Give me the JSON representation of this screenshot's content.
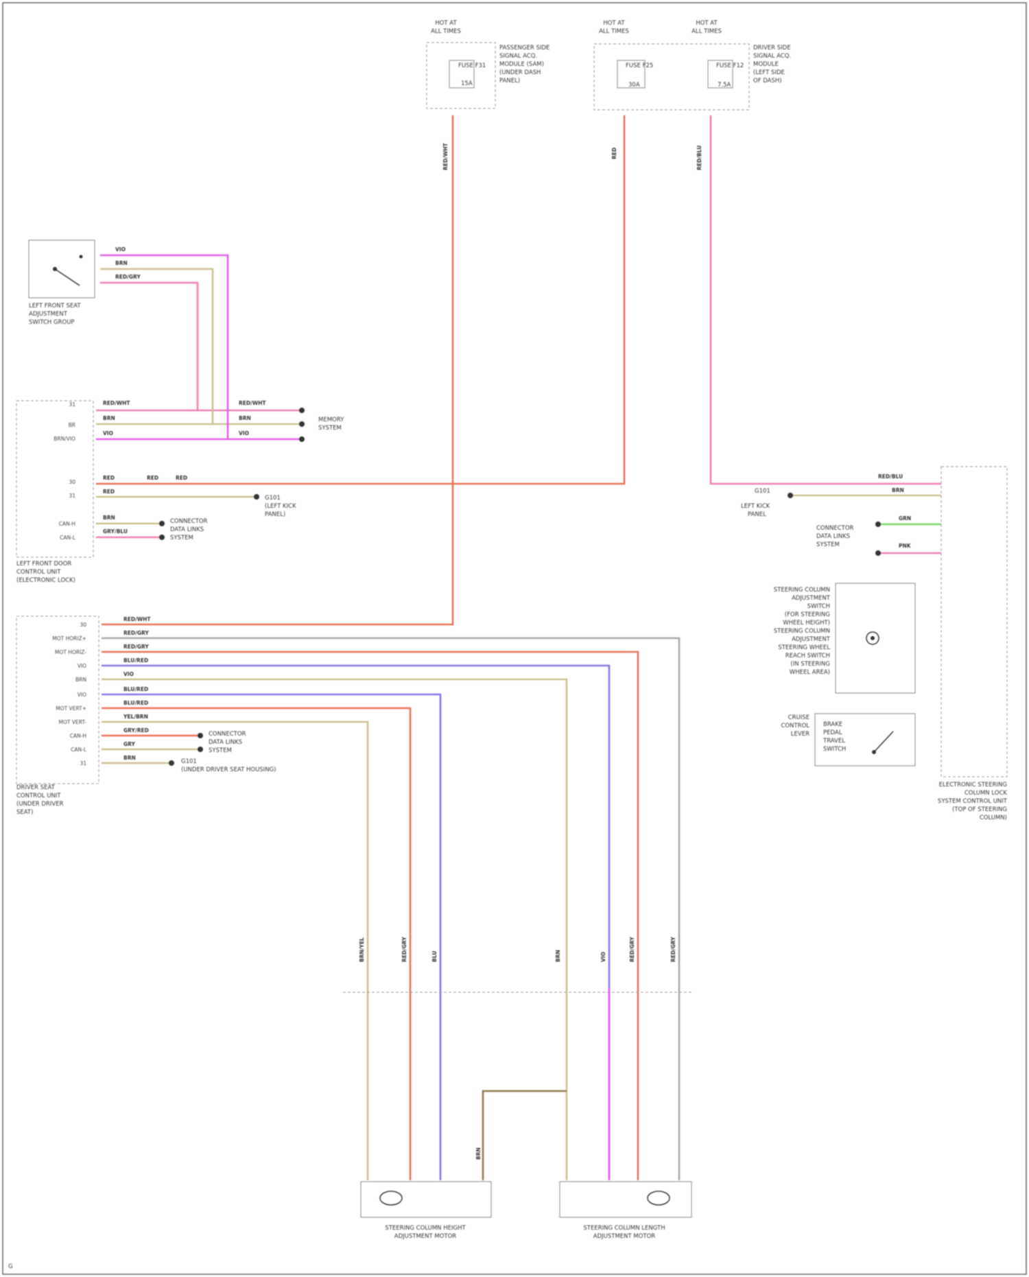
{
  "colors": {
    "red": "#e8705a",
    "pink": "#ee7fb0",
    "violet": "#df5fe6",
    "tan": "#cbbf91",
    "blue": "#8a73e8",
    "green": "#7bd36b",
    "gray": "#a8a8a8",
    "brown": "#8f7a4c",
    "salmon": "#f09878"
  },
  "fuses": {
    "f1": {
      "title": "HOT AT",
      "subtitle": "ALL TIMES",
      "content": [
        "FUSE F31",
        "15A"
      ],
      "desc": [
        "PASSENGER SIDE",
        "SIGNAL ACQ.",
        "MODULE (SAM)",
        "(UNDER DASH",
        "PANEL)"
      ],
      "wire": "RED/WHT"
    },
    "f2": {
      "title": "HOT AT",
      "subtitle": "ALL TIMES",
      "content": [
        "FUSE F25",
        "30A"
      ],
      "wire": "RED"
    },
    "f3": {
      "title": "HOT AT",
      "subtitle": "ALL TIMES",
      "content": [
        "FUSE F12",
        "7.5A"
      ],
      "desc": [
        "DRIVER SIDE",
        "SIGNAL ACQ.",
        "MODULE",
        "(LEFT SIDE",
        "OF DASH)"
      ],
      "wire": "RED/BLU"
    }
  },
  "mirror_switch": {
    "label": [
      "LEFT FRONT SEAT",
      "ADJUSTMENT",
      "SWITCH GROUP"
    ],
    "wires": [
      "VIO",
      "BRN",
      "RED/GRY"
    ]
  },
  "door_module": {
    "label": [
      "LEFT FRONT DOOR",
      "CONTROL UNIT",
      "(ELECTRONIC LOCK)"
    ],
    "pins": [
      "31",
      "BR",
      "BRN/VIO",
      "30",
      "31",
      "CAN-H",
      "CAN-L"
    ],
    "wires_left": [
      "RED/WHT",
      "BRN",
      "VIO",
      "RED",
      "RED",
      "BRN",
      "GRY/BLU"
    ],
    "splices": [
      "RED/WHT",
      "BRN",
      "VIO"
    ],
    "right_wires": [
      "RED",
      "RED"
    ],
    "ground_label": [
      "G101",
      "(LEFT KICK",
      "PANEL)"
    ],
    "to_label": [
      "MEMORY",
      "SYSTEM"
    ],
    "can_label": [
      "CONNECTOR",
      "DATA LINKS",
      "SYSTEM"
    ]
  },
  "seat_module": {
    "label": [
      "DRIVER SEAT",
      "CONTROL UNIT",
      "(UNDER DRIVER",
      "SEAT)"
    ],
    "pins": [
      "30",
      "MOT HORIZ+",
      "MOT HORIZ-",
      "VIO",
      "BRN",
      "VIO",
      "MOT VERT+",
      "MOT VERT-",
      "CAN-H",
      "CAN-L",
      "31"
    ],
    "wires": [
      "RED/WHT",
      "RED/GRY",
      "RED/GRY",
      "BLU/RED",
      "VIO",
      "BLU/RED",
      "BLU/RED",
      "YEL/BRN",
      "GRY/RED",
      "GRY",
      "BRN"
    ],
    "can_label": [
      "CONNECTOR",
      "DATA LINKS",
      "SYSTEM"
    ],
    "ground_label": [
      "G101",
      "(UNDER DRIVER SEAT HOUSING)"
    ]
  },
  "right_module": {
    "label": [
      "ELECTRONIC STEERING",
      "COLUMN LOCK",
      "SYSTEM CONTROL UNIT",
      "(TOP OF STEERING",
      "COLUMN)"
    ],
    "top_wires": [
      "RED/BLU",
      "BRN"
    ],
    "ground_label": [
      "G101",
      "LEFT KICK",
      "PANEL"
    ],
    "can_label": [
      "CONNECTOR",
      "DATA LINKS",
      "SYSTEM"
    ],
    "can_wires": [
      "GRN",
      "PNK"
    ],
    "switch_label": [
      "STEERING COLUMN",
      "ADJUSTMENT",
      "SWITCH",
      "(FOR STEERING",
      "WHEEL HEIGHT)",
      "STEERING COLUMN",
      "ADJUSTMENT",
      "STEERING WHEEL",
      "REACH SWITCH",
      "(IN STEERING",
      "WHEEL AREA)"
    ],
    "reach_label": [
      "CRUISE",
      "CONTROL",
      "LEVER"
    ],
    "reach_text": [
      "BRAKE",
      "PEDAL",
      "TRAVEL",
      "SWITCH"
    ]
  },
  "motors": {
    "left": [
      "STEERING COLUMN HEIGHT",
      "ADJUSTMENT MOTOR"
    ],
    "right": [
      "STEERING COLUMN LENGTH",
      "ADJUSTMENT MOTOR"
    ]
  },
  "bottom_wires": [
    "BRN/YEL",
    "RED/GRY",
    "BLU",
    "BRN",
    "BRN",
    "VIO",
    "RED/GRY",
    "RED/GRY"
  ],
  "diagram_id": "G"
}
